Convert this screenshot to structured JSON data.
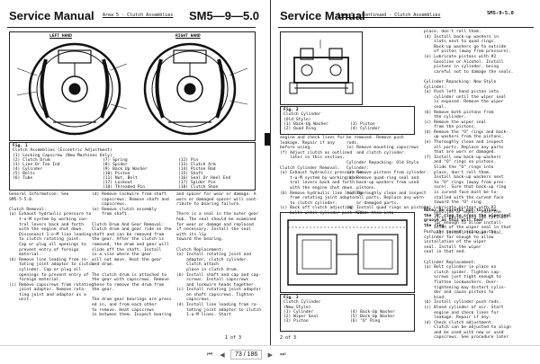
{
  "left_page": {
    "header": "Service Manual",
    "subheader": "Area 5 - Clutch Assemblies",
    "code": "SM5—9—5.0",
    "diagram": {
      "left_label": "LEFT HAND",
      "right_label": "RIGHT HAND"
    },
    "fig1": {
      "title": "Fig. 1",
      "caption": "Clutch Assemblies (Eccentric Adjustment)",
      "parts": [
        [
          "(1) Locking Capscrew (New Machines Only)",
          "",
          ""
        ],
        [
          "(2) Clutch Drum",
          "(7) Spring",
          "(12) Pin"
        ],
        [
          "(3) Line Or Tee Ind",
          "(8) Spider",
          "(13) Clutch Arm"
        ],
        [
          "(4) Cylinder",
          "(9) Back Up Washer",
          "(14) Piston Rod"
        ],
        [
          "(5) Bolts",
          "(10) Piston",
          "(15) Shaft"
        ],
        [
          "(6) Tube",
          "(11) Nut, Bolt",
          "(16) Seal Or Heel End"
        ],
        [
          "",
          "(17) Lockout",
          "(17) Spider Pin"
        ],
        [
          "",
          "(18) Threaded Pin",
          "(18) Clutch Shoe"
        ]
      ]
    },
    "col1": "General Information: See\nSM5-5-5.0.\n\nClutch Removal:\n(a) Exhaust hydraulic pressure to\n    t-o-M system by working con-\n    trol levers back and forth\n    with the engine shut down.\n    Disconnect 1-o-M line leading\n    to clutch rotating joint.\n    Cap or plug all openings to\n    prevent entry of foreign\n    material.\n(b) Remove line leading from ro-\n    tating joint adaptor to clutch\n    cylinder. Cap or plug all\n    openings to prevent entry of\n    foreign material.\n(c) Remove capscrews from rotating\n    joint adaptor. Remove rota-\n    ting joint and adaptor as a\n    unit.",
    "col2": "(d) Remove lockwire from shaft\n    capscrews. Remove shaft and\n    capscrews.\n(e) Remove clutch assembly\n    from shaft.\n\nClutch Drum And Gear Removal:\nClutch drum and gear ride on the\nshaft and can be removed from\nthe gear. After the clutch is\nremoved, the drum and gear will\nslide off the shaft. Install\nin a vise where the gear\nwill not move. Heat the gear\nand drum.\n\nThe clutch drum is attached to\nthe gear with capscrews. Remove\nthese to remove the drum from\nthe gear.\n\nThe drum gear bearings are press\ned in, and from each other\nto remove. Heat capscrews\nin between them. Inspect bearing",
    "col3": "and spacer for wear or damage. A\nworn or damaged spacer will cont-\nribute to bearing failure.\n\nThere is a seal in the outer gear\nhub. The seal should be examined\nfor wear or damage and replaced\nif necessary. Install the seal\nwith its lip\ntoward the bearing.\n\nClutch Replacement:\n(a) Install rotating joint and\n    adaptor, clutch cylinder.\n    Clutch attach\n    place in clutch drum.\n(b) Install shaft and cap and cap-\n    screws. Install capscrews\n    and lockwire heads together.\n(c) Install rotating joint adaptor\n    on shaft capscrews. Tighten\n    capscrews.\n(d) Install line leading from ro-\n    tating joint adaptor to clutch\n    1-o-M lines. Start",
    "page_number": "1 of 3"
  },
  "right_page": {
    "header": "Service Manual",
    "subheader": "Area 5 - Continued - Clutch Assemblies",
    "code": "SM5-9-5.0",
    "fig2": {
      "title": "Fig. 2",
      "caption": "Clutch Cylinder\n(Old Style)",
      "parts": [
        [
          "(1) Back-Up Washer",
          "(3) Piston"
        ],
        [
          "(2) Quad Ring",
          "(4) Cylinder"
        ]
      ]
    },
    "fig3": {
      "title": "Fig. 3",
      "caption": "Clutch Cylinder\n(New Style)",
      "parts": [
        [
          "(1) Cylinder",
          "(4) Back-Up Washer"
        ],
        [
          "(2) Wiper Seal",
          "(5) Back-Up Washer"
        ],
        [
          "(3) Piston",
          "(6) \"O\" Ring"
        ]
      ]
    },
    "mid": "engine and check lines for\nleakage. Repair if any\nbefore using.\n(f) Adjust clutch as outlined\n    later in this section.\n\nClutch Cylinder Removal:\n(a) Exhaust hydraulic pressure in\n    t-o-M system by working con-\n    trol levers back and forth\n    with the engine shut down.\n(b) Remove hydraulic line leading\n    from rotating joint adaptor\n    to clutch cylinder.\n(c) Back off clutch adjusting\n    bolts until cylinder push rods",
    "mid2": "be removed. Remove push\nrods.\n(e) Remove mounting capscrews\n    and clutch cylinder.\n\nCylinder Repacking: Old Style\nCylinder:\n(a) Remove pistons from cylinder.\n(b) Remove quad-ring seal and\n    back-up washers from used\n    pistons.\n(c) Thoroughly clean and inspect\n    all parts. Replace any worn\n    or damaged parts.\n(d) Install quad rings on pistons.\n    Slide them into",
    "right_col": "place, don't roll them.\n(d) Install back-up washers in\n    slots next to quad rings.\n    Back-up washers go to outside\n    of piston (away from pressure).\n(e) Lubricate pistons with #2\n    Gasoline or Alcohol. Install\n    pistons in cylinder, being\n    careful not to damage the seals.\n\nCylinder Repacking: New Style\nCylinder:\n(a) Push left hand piston into\n    cylinder until the wiper seal\n    is exposed. Remove the wiper\n    seal.\n(b) Remove both pistons from\n    the cylinder.\n(c) Remove the wiper seal\n    from the pistons.\n(d) Remove the \"O\" rings and back-\n    up washers from the pistons.\n(e) Thoroughly clean and inspect\n    all parts. Replace any parts\n    that are worn or damaged.\n(f) Install new back-up washers\n    and \"O\" rings on pistons.\n    Slide the \"O\" rings into\n    place, don't roll them.\n    Install back-up washers next\n    to \"O\" rings (away from pres-\n    sure). Sure that back-up ring\n    is curved face must be to-\n    stalled with the curved face\n    toward the \"O\" ring.\n(g) Lubricate pistons with #2\n    Gasoline or equal. Push the\n    first piston into the cylinder\n    far enough to allow install-\n    ation of the wiper seal in that\n    end. Install the wiper seal.",
    "note": "Note: Be careful not to allow\nthe \"O\" ring to cross the wiperseal\ngroove as this will tear\nthe ring.",
    "right_col2": "Push the second piston in the\ncylinder far enough to allow\ninstallation of the wiper\nseal. Install the wiper\nseal in that end.\n\nCylinder Replacement:\n(a) Bolt cylinder in place on\n    clutch spider. Tighten cap-\n    screws just tight enough to\n    flatten lockwashers. Over-\n    tightening may distort cylin-\n    der and cause pistons to\n    bind.\n(b) Install cylinder push rods.\n(c) Bleed cylinder of air. Start\n    engine and check lines for\n    leakage. Repair if any.\n(d) Check clutch adjustment.\n    Clutch can be adjusted to align\n    and be used with new or used\n    capscrews. See procedure later",
    "page_number": "2 of 3"
  },
  "viewer": {
    "first_icon": "first-page-icon",
    "prev_icon": "prev-page-icon",
    "next_icon": "next-page-icon",
    "last_icon": "last-page-icon",
    "page_display": "73 / 186"
  }
}
